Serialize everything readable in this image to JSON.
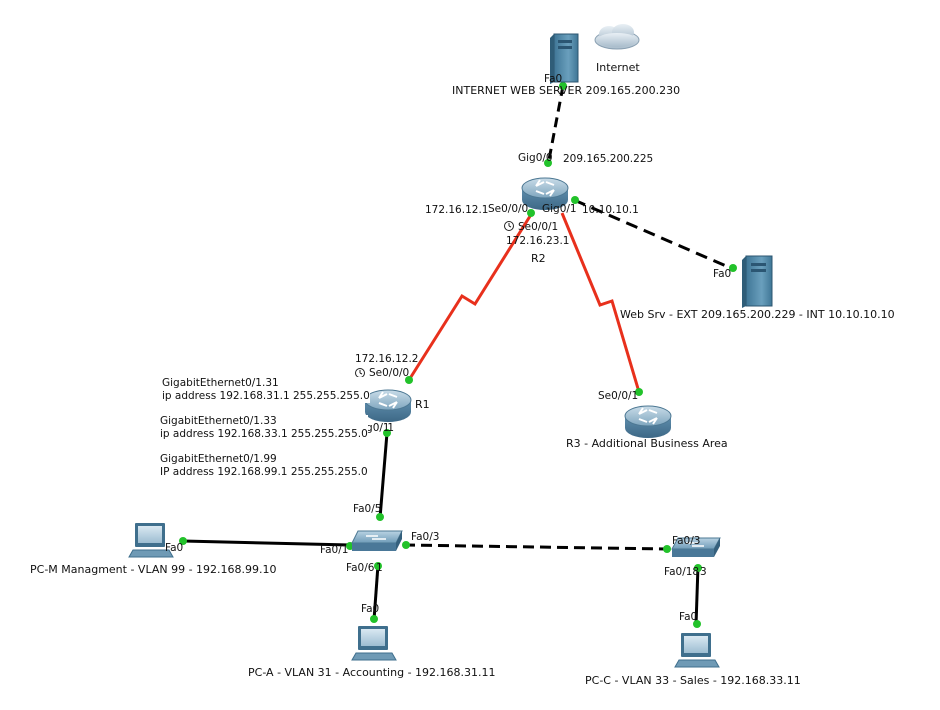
{
  "devices": {
    "internet_label": "Internet",
    "internet_server": "INTERNET WEB SERVER 209.165.200.230",
    "r2": "R2",
    "r1": "R1",
    "r3": "R3 - Additional Business Area",
    "web_srv": "Web Srv - EXT 209.165.200.229 - INT 10.10.10.10",
    "pc_m": "PC-M Managment - VLAN 99 - 192.168.99.10",
    "pc_a": "PC-A - VLAN 31 - Accounting - 192.168.31.11",
    "pc_c": "PC-C - VLAN 33 - Sales - 192.168.33.11"
  },
  "ports": {
    "srv_fa0": "Fa0",
    "r2_gig00": "Gig0/0",
    "r2_gig00_ip": "209.165.200.225",
    "r2_se000_ip": "172.16.12.1",
    "r2_se000": "Se0/0/0",
    "r2_gig01": "Gig0/1",
    "r2_gig01_ip": "10.10.10.1",
    "r2_se001": "Se0/0/1",
    "r2_se001_ip": "172.16.23.1",
    "websrv_fa0": "Fa0",
    "r1_se000_ip": "172.16.12.2",
    "r1_se000": "Se0/0/0",
    "r1_gig01": "Gig0/1",
    "r1_gig01_sub": ".1",
    "r3_se001": "Se0/0/1",
    "s1_fa05": "Fa0/5",
    "s1_fa01": "Fa0/1",
    "s1_fa03": "Fa0/3",
    "s1_fa06": "Fa0/6",
    "s1_fa06_sub": "1",
    "s3_fa03": "Fa0/3",
    "s3_fa018": "Fa0/18",
    "s3_fa018_sub": "3",
    "pcm_fa0": "Fa0",
    "pca_fa0": "Fa0",
    "pcc_fa0": "Fa0"
  },
  "subinterfaces": [
    {
      "name": "GigabitEthernet0/1.31",
      "ip": "ip address 192.168.31.1 255.255.255.0"
    },
    {
      "name": "GigabitEthernet0/1.33",
      "ip": "ip address 192.168.33.1 255.255.255.0"
    },
    {
      "name": "GigabitEthernet0/1.99",
      "ip": "IP address 192.168.99.1 255.255.255.0"
    }
  ],
  "colors": {
    "serial_link": "#e8301c",
    "ethernet_link": "#000000",
    "port_up": "#22c22a",
    "router_body": "#5b8fae",
    "server_body": "#4d86a6"
  },
  "icons": {
    "router": "router-icon",
    "switch": "switch-icon",
    "server": "server-icon",
    "pc": "pc-icon",
    "cloud": "cloud-icon",
    "clock": "clock-icon"
  }
}
